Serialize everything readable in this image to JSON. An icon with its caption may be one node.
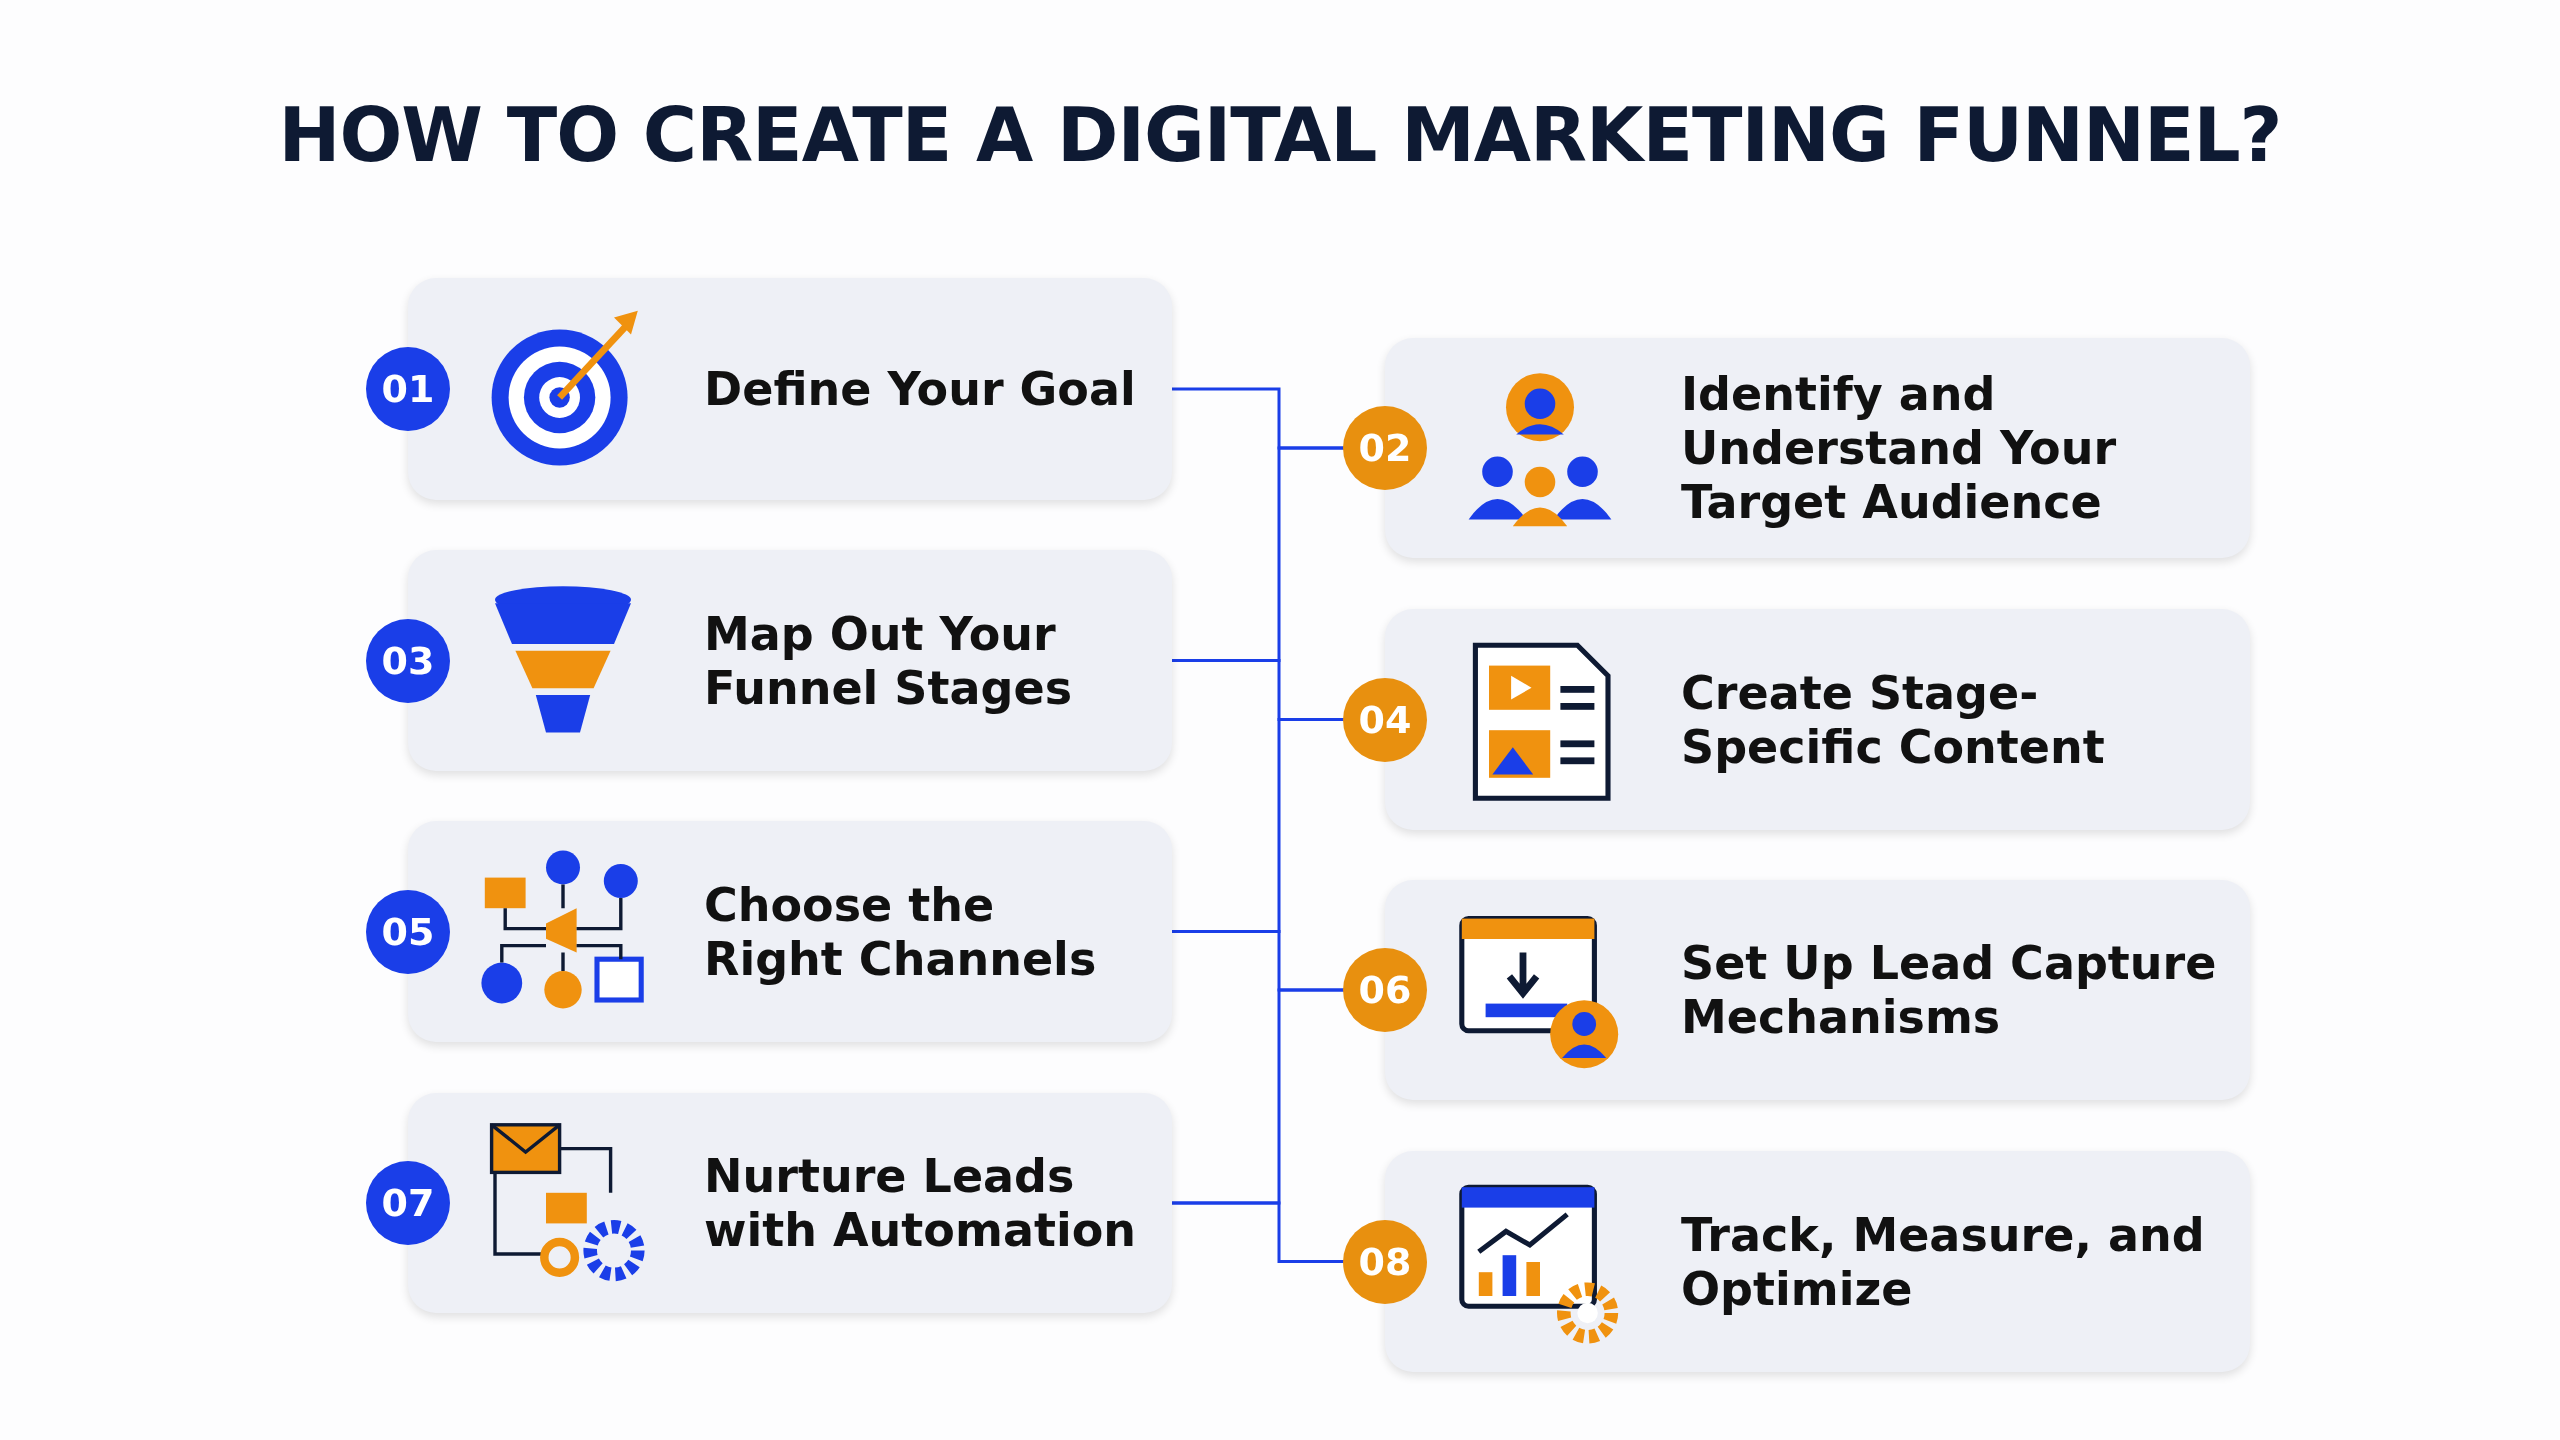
{
  "diagram": {
    "title": "HOW TO CREATE A DIGITAL MARKETING FUNNEL?",
    "nodes": [
      {
        "text": [
          "01",
          "Define Your Goal"
        ]
      },
      {
        "text": [
          "02",
          "Identify and Understand Your Target Audience"
        ]
      },
      {
        "text": [
          "03",
          "Map Out Your Funnel Stages"
        ]
      },
      {
        "text": [
          "04",
          "Create Stage-Specific Content"
        ]
      },
      {
        "text": [
          "05",
          "Choose the Right Channels"
        ]
      },
      {
        "text": [
          "06",
          "Set Up Lead Capture Mechanisms"
        ]
      },
      {
        "text": [
          "07",
          "Nurture Leads with Automation"
        ]
      },
      {
        "text": [
          "08",
          "Track, Measure, and Optimize"
        ]
      }
    ],
    "edges": [
      {
        "from": 0,
        "to": 1,
        "arrow": "none"
      },
      {
        "from": 1,
        "to": 2,
        "arrow": "none"
      },
      {
        "from": 2,
        "to": 3,
        "arrow": "none"
      },
      {
        "from": 3,
        "to": 4,
        "arrow": "none"
      },
      {
        "from": 4,
        "to": 5,
        "arrow": "none"
      },
      {
        "from": 5,
        "to": 6,
        "arrow": "none"
      },
      {
        "from": 6,
        "to": 7,
        "arrow": "none"
      }
    ]
  }
}
